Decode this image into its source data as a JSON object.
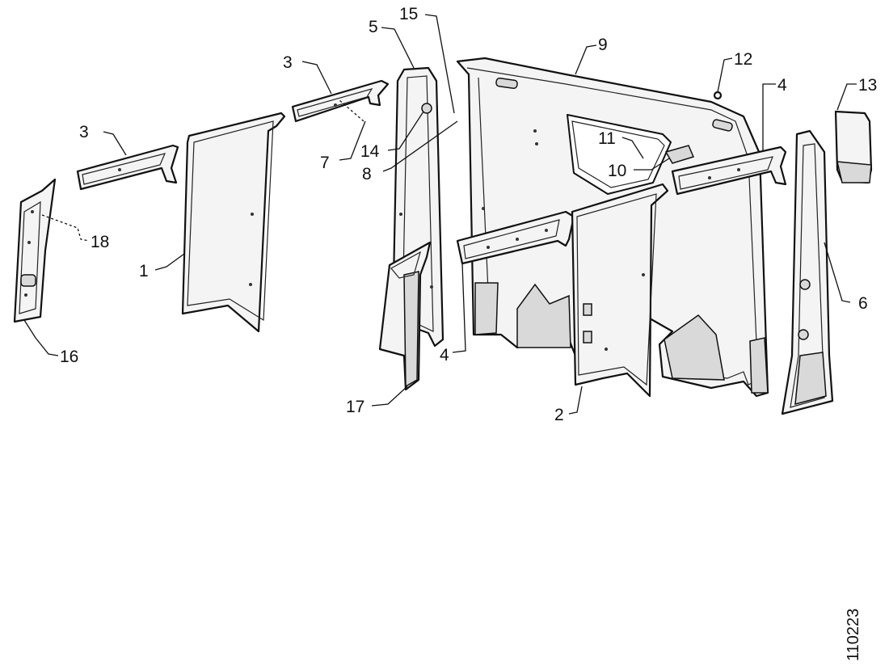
{
  "diagram": {
    "reference_number": "110223",
    "callouts": {
      "c1": "1",
      "c2": "2",
      "c3a": "3",
      "c3b": "3",
      "c4a": "4",
      "c4b": "4",
      "c5": "5",
      "c6": "6",
      "c7": "7",
      "c8": "8",
      "c9": "9",
      "c10": "10",
      "c11": "11",
      "c12": "12",
      "c13": "13",
      "c14": "14",
      "c15": "15",
      "c16": "16",
      "c17": "17",
      "c18": "18"
    }
  }
}
